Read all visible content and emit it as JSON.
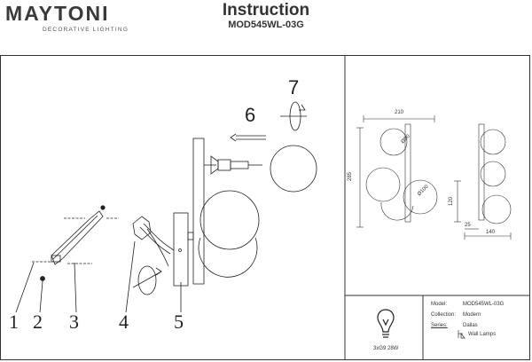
{
  "header": {
    "brand": "MAYTONI",
    "brand_tagline": "DECORATIVE LIGHTING",
    "title": "Instruction",
    "model": "MOD545WL-03G"
  },
  "steps": {
    "s1": "1",
    "s2": "2",
    "s3": "3",
    "s4": "4",
    "s5": "5",
    "s6": "6",
    "s7": "7"
  },
  "dimensions": {
    "width_total": "210",
    "height_total": "285",
    "globe_small": "Ø80",
    "globe_large": "Ø100",
    "side_height": "120",
    "side_offset": "25",
    "side_depth": "140"
  },
  "bulb": {
    "spec": "3xG9 28W"
  },
  "info": {
    "model_label": "Model:",
    "model_value": "MOD545WL-03G",
    "collection_label": "Collection:",
    "collection_value": "Modern",
    "series_label": "Series:",
    "series_value": "Dallas",
    "type_value": "Wall Lamps"
  }
}
